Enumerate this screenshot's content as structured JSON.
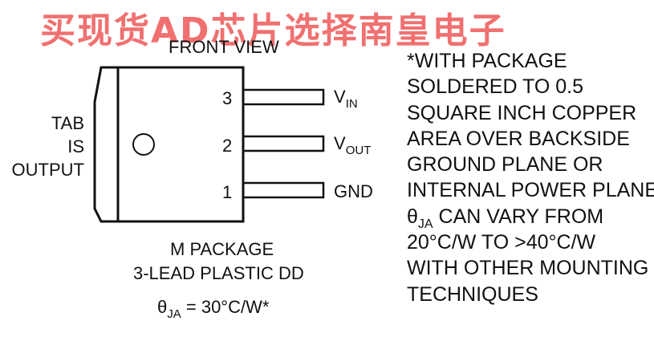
{
  "watermark": "买现货AD芯片选择南皇电子",
  "diagram": {
    "view_label": "FRONT VIEW",
    "tab_label": [
      "TAB",
      "IS",
      "OUTPUT"
    ],
    "pins": [
      {
        "number": "3",
        "name": "V",
        "sub": "IN"
      },
      {
        "number": "2",
        "name": "V",
        "sub": "OUT"
      },
      {
        "number": "1",
        "name": "GND",
        "sub": ""
      }
    ],
    "package_line1": "M PACKAGE",
    "package_line2": "3-LEAD PLASTIC DD",
    "theta_symbol": "θ",
    "theta_sub": "JA",
    "theta_value": " = 30°C/W*"
  },
  "note": {
    "lines": [
      "*WITH PACKAGE",
      "SOLDERED TO 0.5",
      "SQUARE INCH COPPER",
      "AREA OVER BACKSIDE",
      "GROUND PLANE OR",
      "INTERNAL POWER PLANE."
    ],
    "theta_symbol": "θ",
    "theta_sub": "JA",
    "theta_line_rest": " CAN VARY FROM",
    "lines_after": [
      "20°C/W TO >40°C/W",
      "WITH OTHER MOUNTING",
      "TECHNIQUES"
    ]
  }
}
